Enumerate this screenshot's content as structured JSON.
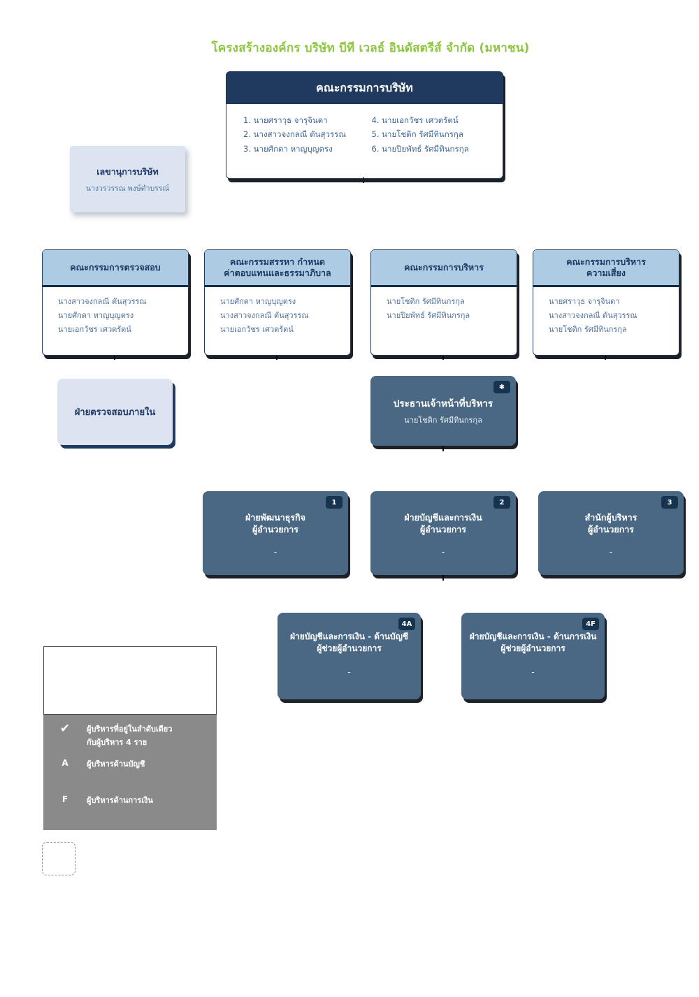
{
  "title": "โครงสร้างองค์กร บริษัท บีที เวลธ์ อินดัสตรีส์ จำกัด (มหาชน)",
  "board": {
    "title": "คณะกรรมการบริษัท",
    "members_col1": [
      "1. นายศราวุธ จารุจินดา",
      "2. นางสาวจงกลณี ตันสุวรรณ",
      "3. นายศักดา หาญบุญตรง"
    ],
    "members_col2": [
      "4. นายเอกวัชร เศวตรัตน์",
      "5. นายโชติก รัศมีทินกรกุล",
      "6. นายปิยพัทธ์ รัศมีทินกรกุล"
    ]
  },
  "secretary": {
    "title": "เลขานุการบริษัท",
    "name": "นางวรวรรณ พงษ์ดำบรรณ์"
  },
  "committees": [
    {
      "title_line1": "คณะกรรมการตรวจสอบ",
      "title_line2": "",
      "members": [
        "นางสาวจงกลณี ตันสุวรรณ",
        "นายศักดา หาญบุญตรง",
        "นายเอกวัชร เศวตรัตน์"
      ]
    },
    {
      "title_line1": "คณะกรรมสรรหา กำหนด",
      "title_line2": "ค่าตอบแทนและธรรมาภิบาล",
      "members": [
        "นายศักดา หาญบุญตรง",
        "นางสาวจงกลณี ตันสุวรรณ",
        "นายเอกวัชร เศวตรัตน์"
      ]
    },
    {
      "title_line1": "คณะกรรมการบริหาร",
      "title_line2": "",
      "members": [
        "นายโชติก รัศมีทินกรกุล",
        "นายปิยพัทธ์ รัศมีทินกรกุล"
      ]
    },
    {
      "title_line1": "คณะกรรมการบริหาร",
      "title_line2": "ความเสี่ยง",
      "members": [
        "นายศราวุธ จารุจินดา",
        "นางสาวจงกลณี ตันสุวรรณ",
        "นายโชติก รัศมีทินกรกุล"
      ]
    }
  ],
  "internal_audit": {
    "title": "ฝ่ายตรวจสอบภายใน"
  },
  "ceo": {
    "badge": "✱",
    "title": "ประธานเจ้าหน้าที่บริหาร",
    "name": "นายโชติก รัศมีทินกรกุล"
  },
  "departments": [
    {
      "badge": "1",
      "dept": "ฝ่ายพัฒนาธุรกิจ",
      "position": "ผู้อำนวยการ",
      "holder": "-"
    },
    {
      "badge": "2",
      "dept": "ฝ่ายบัญชีและการเงิน",
      "position": "ผู้อำนวยการ",
      "holder": "-"
    },
    {
      "badge": "3",
      "dept": "สำนักผู้บริหาร",
      "position": "ผู้อำนวยการ",
      "holder": "-"
    }
  ],
  "sub_departments": [
    {
      "badge": "4A",
      "dept": "ฝ่ายบัญชีและการเงิน - ด้านบัญชี",
      "position": "ผู้ช่วยผู้อำนวยการ",
      "holder": "-"
    },
    {
      "badge": "4F",
      "dept": "ฝ่ายบัญชีและการเงิน - ด้านการเงิน",
      "position": "ผู้ช่วยผู้อำนวยการ",
      "holder": "-"
    }
  ],
  "legend": {
    "items": [
      {
        "symbol": "✔",
        "line1": "ผู้บริหารที่อยู่ในลำดับเดียว",
        "line2": "กับผู้บริหาร 4 ราย"
      },
      {
        "symbol": "A",
        "line1": "ผู้บริหารด้านบัญชี",
        "line2": ""
      },
      {
        "symbol": "F",
        "line1": "ผู้บริหารด้านการเงิน",
        "line2": ""
      }
    ]
  },
  "colors": {
    "title_green": "#8CC63E",
    "navy_dark": "#1F3A5E",
    "header_light_blue": "#AECBE4",
    "slate_blue": "#4A6883",
    "badge_navy": "#16344F",
    "legend_gray": "#8A8A8A",
    "light_lavender": "#DDE3F1"
  }
}
